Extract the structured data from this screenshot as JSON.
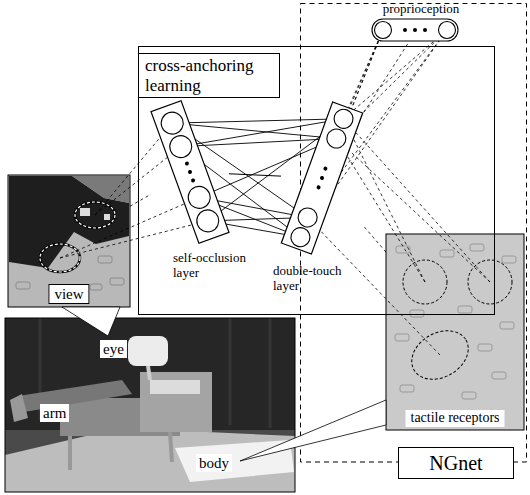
{
  "diagram": {
    "nodes": [
      {
        "text": [
          "proprioception"
        ]
      },
      {
        "text": [
          "cross-anchoring learning"
        ]
      },
      {
        "text": [
          "self-occlusion layer"
        ],
        "in": 1
      },
      {
        "text": [
          "double-touch layer"
        ],
        "in": 1
      },
      {
        "text": [
          "view"
        ]
      },
      {
        "text": [
          "tactile receptors"
        ]
      },
      {
        "text": [
          "NGnet"
        ]
      }
    ],
    "edges": [
      {
        "from": 2,
        "to": 3,
        "arrow": "none"
      },
      {
        "from": 0,
        "to": 3,
        "arrow": "none"
      },
      {
        "from": 4,
        "to": 2,
        "arrow": "none"
      },
      {
        "from": 5,
        "to": 3,
        "arrow": "none"
      }
    ],
    "labels": [
      "eye",
      "arm",
      "body"
    ]
  }
}
